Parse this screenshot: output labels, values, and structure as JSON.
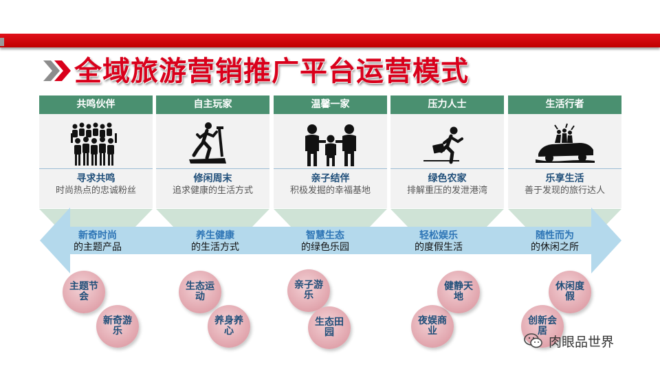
{
  "title": "全域旅游营销推广平台运营模式",
  "colors": {
    "accent_red": "#d9001b",
    "header_green": "#4a9070",
    "label_blue": "#1f4e79",
    "arrow_blue": "#b4d9ec",
    "bubble_pink": "#e2a7af"
  },
  "segments": [
    {
      "header": "共鸣伙伴",
      "icon": "crowd-icon",
      "title": "寻求共鸣",
      "desc": "时尚热点的忠诚粉丝"
    },
    {
      "header": "自主玩家",
      "icon": "treadmill-runner-icon",
      "title": "修闲周末",
      "desc": "追求健康的生活方式"
    },
    {
      "header": "温馨一家",
      "icon": "family-icon",
      "title": "亲子结伴",
      "desc": "积极发掘的幸福基地"
    },
    {
      "header": "压力人士",
      "icon": "running-businessman-icon",
      "title": "绿色农家",
      "desc": "排解重压的发泄港湾"
    },
    {
      "header": "生活行者",
      "icon": "travel-car-icon",
      "title": "乐享生活",
      "desc": "善于发现的旅行达人"
    }
  ],
  "arrow_labels": [
    {
      "title": "新奇时尚",
      "sub": "的主题产品"
    },
    {
      "title": "养生健康",
      "sub": "的生活方式"
    },
    {
      "title": "智慧生态",
      "sub": "的绿色乐园"
    },
    {
      "title": "轻松娱乐",
      "sub": "的度假生活"
    },
    {
      "title": "随性而为",
      "sub": "的休闲之所"
    }
  ],
  "bubbles": [
    {
      "text": "主题节会"
    },
    {
      "text": "新奇游乐"
    },
    {
      "text": "生态运动"
    },
    {
      "text": "养身养心"
    },
    {
      "text": "亲子游乐"
    },
    {
      "text": "生态田园"
    },
    {
      "text": "夜娱商业"
    },
    {
      "text": "健静天地"
    },
    {
      "text": "休闲度假"
    },
    {
      "text": "创新会居"
    }
  ],
  "watermark": {
    "icon": "wechat-icon",
    "text": "肉眼品世界"
  }
}
